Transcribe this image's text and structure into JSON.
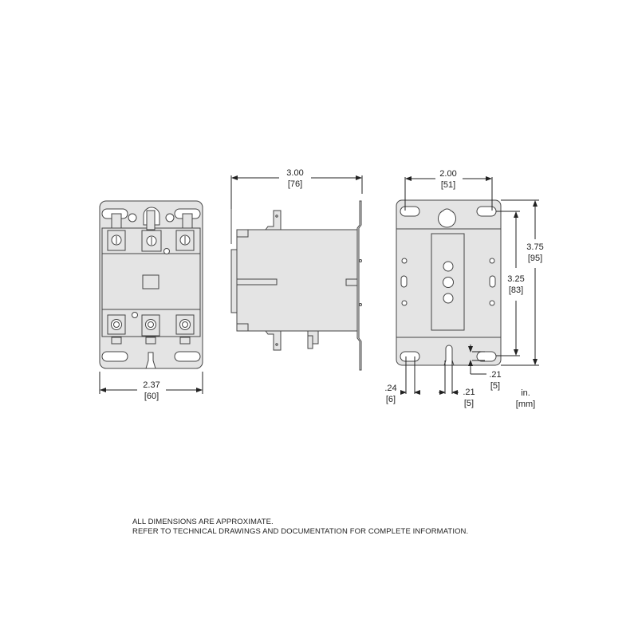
{
  "diagram": {
    "type": "dimensional-drawing",
    "subject": "2-pole contactor, front / side / back views",
    "colors": {
      "body_fill": "#e4e4e4",
      "outline": "#444444",
      "dimension_line": "#222222",
      "background": "#ffffff"
    },
    "views": {
      "front": {
        "width_dim": {
          "inch": "2.37",
          "mm": "[60]"
        }
      },
      "side": {
        "depth_dim": {
          "inch": "3.00",
          "mm": "[76]"
        }
      },
      "back": {
        "hole_spacing_h": {
          "inch": "2.00",
          "mm": "[51]"
        },
        "overall_height": {
          "inch": "3.75",
          "mm": "[95]"
        },
        "hole_spacing_v": {
          "inch": "3.25",
          "mm": "[83]"
        },
        "slot_width": {
          "inch": ".24",
          "mm": "[6]"
        },
        "center_slot_width": {
          "inch": ".21",
          "mm": "[5]"
        },
        "slot_height": {
          "inch": ".21",
          "mm": "[5]"
        }
      }
    },
    "units_legend": {
      "primary": "in.",
      "secondary": "[mm]"
    }
  },
  "notes": {
    "line1": "ALL DIMENSIONS ARE APPROXIMATE.",
    "line2": "REFER TO TECHNICAL DRAWINGS AND DOCUMENTATION FOR COMPLETE INFORMATION."
  }
}
